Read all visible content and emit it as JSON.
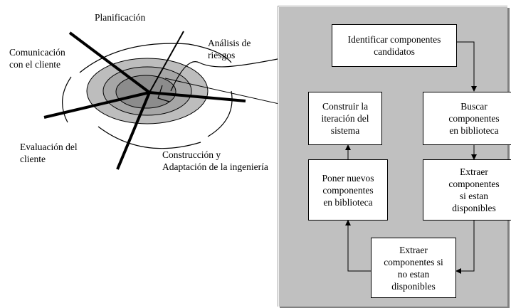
{
  "spiral": {
    "labels": {
      "planificacion": "Planificación",
      "analisis": "Análisis de\nriesgos",
      "comunicacion": "Comunicación\ncon el cliente",
      "evaluacion": "Evaluación del\ncliente",
      "construccion": "Construcción y\n  Adaptación de la ingeniería"
    }
  },
  "process": {
    "identificar": "Identificar componentes\ncandidatos",
    "buscar": "Buscar\ncomponentes\nen biblioteca",
    "extraer_disponibles": "Extraer\ncomponentes\nsi estan\ndisponibles",
    "extraer_no_disponibles": "Extraer\ncomponentes si\nno estan\ndisponibles",
    "poner": "Poner nuevos\ncomponentes\nen biblioteca",
    "construir": "Construir la\niteración del\nsistema"
  },
  "colors": {
    "ring_outer": "#bdbdbd",
    "ring_mid": "#a6a6a6",
    "ring_inner": "#8c8c8c",
    "panel": "#c0c0c0"
  }
}
